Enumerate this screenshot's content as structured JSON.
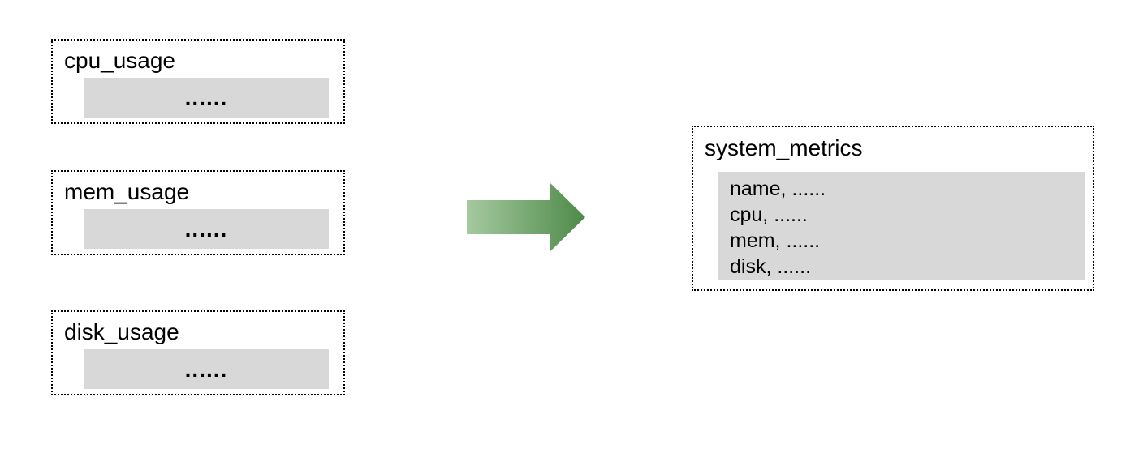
{
  "tables": {
    "sources": [
      {
        "title": "cpu_usage",
        "body": "......"
      },
      {
        "title": "mem_usage",
        "body": "......"
      },
      {
        "title": "disk_usage",
        "body": "......"
      }
    ],
    "result": {
      "title": "system_metrics",
      "rows": [
        "name, ......",
        "cpu, ......",
        "mem, ......",
        "disk, ......"
      ]
    }
  },
  "arrow": {
    "icon": "right-arrow-icon",
    "gradient_start": "#a5c9a0",
    "gradient_end": "#4e8a49"
  },
  "colors": {
    "panel_fill": "#d8d8d8",
    "border": "#000000",
    "background": "#ffffff"
  }
}
